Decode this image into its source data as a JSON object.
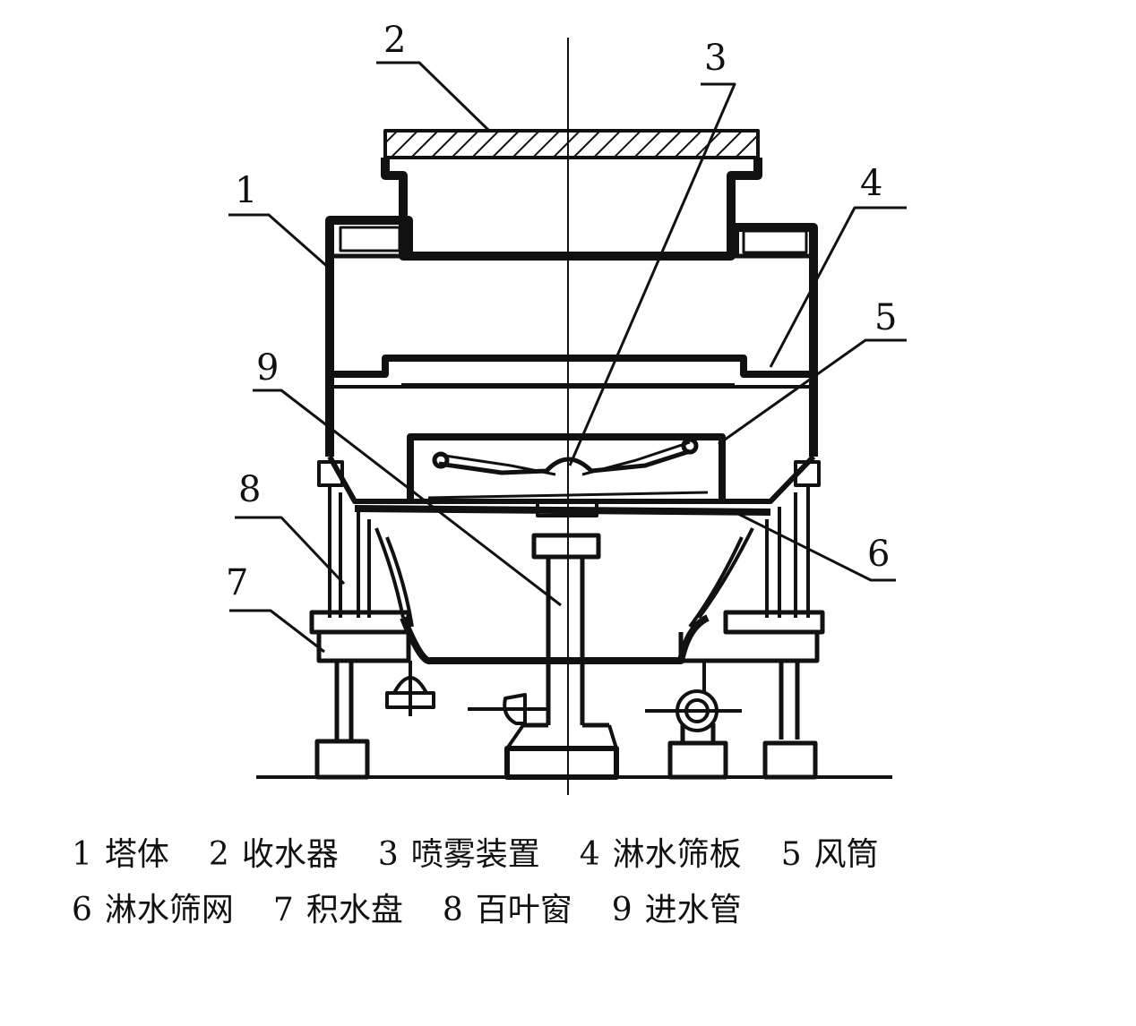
{
  "diagram": {
    "callouts": [
      {
        "id": "1",
        "number": "1"
      },
      {
        "id": "2",
        "number": "2"
      },
      {
        "id": "3",
        "number": "3"
      },
      {
        "id": "4",
        "number": "4"
      },
      {
        "id": "5",
        "number": "5"
      },
      {
        "id": "6",
        "number": "6"
      },
      {
        "id": "7",
        "number": "7"
      },
      {
        "id": "8",
        "number": "8"
      },
      {
        "id": "9",
        "number": "9"
      }
    ]
  },
  "legend": {
    "row1": [
      {
        "number": "1",
        "label": "塔体"
      },
      {
        "number": "2",
        "label": "收水器"
      },
      {
        "number": "3",
        "label": "喷雾装置"
      },
      {
        "number": "4",
        "label": "淋水筛板"
      },
      {
        "number": "5",
        "label": "风筒"
      }
    ],
    "row2": [
      {
        "number": "6",
        "label": "淋水筛网"
      },
      {
        "number": "7",
        "label": "积水盘"
      },
      {
        "number": "8",
        "label": "百叶窗"
      },
      {
        "number": "9",
        "label": "进水管"
      }
    ]
  }
}
